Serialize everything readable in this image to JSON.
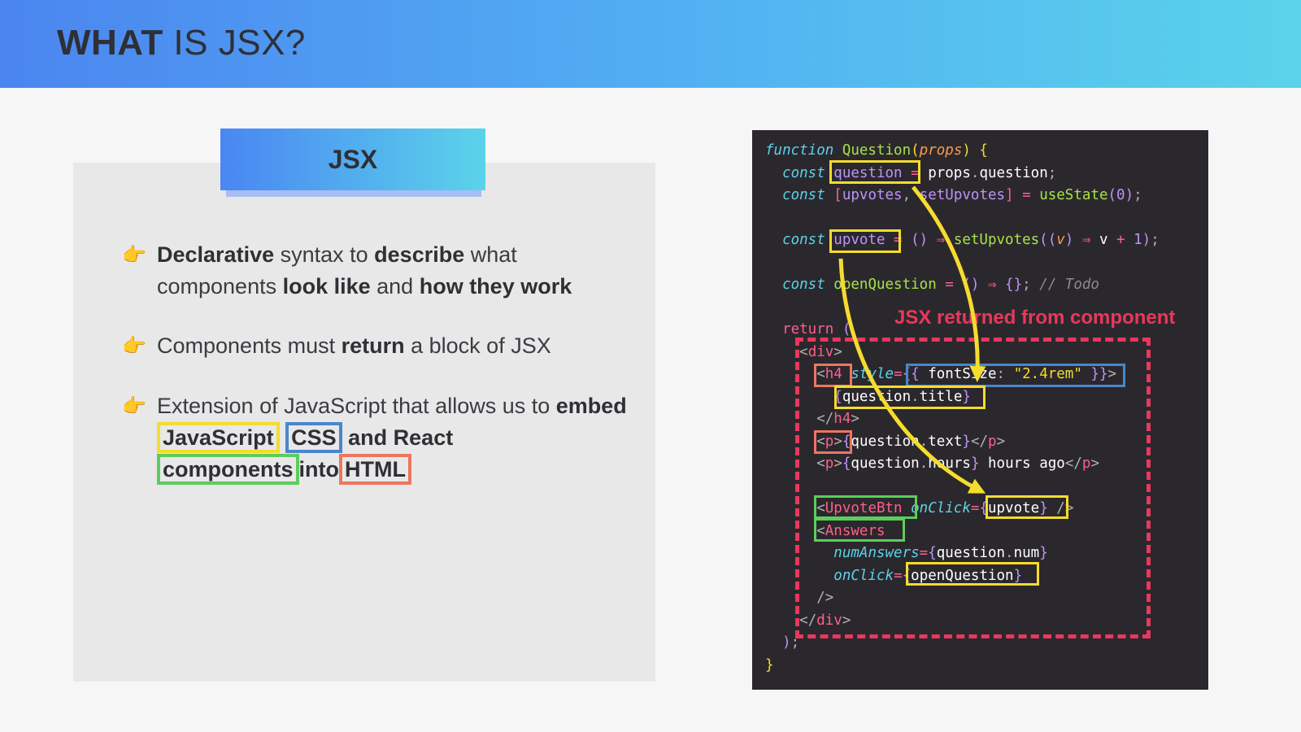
{
  "header": {
    "title_bold": "WHAT",
    "title_rest": " IS JSX?"
  },
  "jsx_tab": {
    "label": "JSX"
  },
  "bullets": {
    "b1": {
      "icon": "pointing-hand-icon",
      "p1": "Declarative",
      "p2": " syntax to ",
      "p3": "describe",
      "p4": " what components ",
      "p5": "look like",
      "p6": " and ",
      "p7": "how they work"
    },
    "b2": {
      "icon": "pointing-hand-icon",
      "p1": "Components must ",
      "p2": "return",
      "p3": " a block of JSX"
    },
    "b3": {
      "icon": "pointing-hand-icon",
      "p1": "Extension of JavaScript that allows us to ",
      "p2": "embed ",
      "p3": "JavaScript",
      "p4": "CSS",
      "p5": "and React",
      "p6": "components",
      "p7": "into",
      "p8": "HTML"
    }
  },
  "code": {
    "annotation": "JSX returned from component",
    "lines": [
      [
        [
          "kw",
          "function "
        ],
        [
          "fn",
          "Question"
        ],
        [
          "br",
          "("
        ],
        [
          "pa",
          "props"
        ],
        [
          "br",
          ") {"
        ]
      ],
      [
        [
          "ind",
          "  "
        ],
        [
          "kw",
          "const "
        ],
        [
          "pu",
          "question"
        ],
        [
          "pk",
          " = "
        ],
        [
          "va",
          "props"
        ],
        [
          "pl",
          "."
        ],
        [
          "va",
          "question"
        ],
        [
          "pl",
          ";"
        ]
      ],
      [
        [
          "ind",
          "  "
        ],
        [
          "kw",
          "const "
        ],
        [
          "pk",
          "["
        ],
        [
          "pu",
          "upvotes"
        ],
        [
          "pl",
          ", "
        ],
        [
          "pu",
          "setUpvotes"
        ],
        [
          "pk",
          "] = "
        ],
        [
          "fn",
          "useState"
        ],
        [
          "pu",
          "("
        ],
        [
          "pu",
          "0"
        ],
        [
          "pu",
          ")"
        ],
        [
          "pl",
          ";"
        ]
      ],
      [],
      [
        [
          "ind",
          "  "
        ],
        [
          "kw",
          "const "
        ],
        [
          "pu",
          "upvote"
        ],
        [
          "pk",
          " = "
        ],
        [
          "pu",
          "() "
        ],
        [
          "pk",
          "⇒ "
        ],
        [
          "fn",
          "setUpvotes"
        ],
        [
          "pu",
          "(("
        ],
        [
          "pa",
          "v"
        ],
        [
          "pu",
          ") "
        ],
        [
          "pk",
          "⇒ "
        ],
        [
          "va",
          "v "
        ],
        [
          "pk",
          "+ "
        ],
        [
          "pu",
          "1"
        ],
        [
          "pu",
          ")"
        ],
        [
          "pl",
          ";"
        ]
      ],
      [],
      [
        [
          "ind",
          "  "
        ],
        [
          "kw",
          "const "
        ],
        [
          "fn",
          "openQuestion"
        ],
        [
          "pk",
          " = "
        ],
        [
          "pu",
          "() "
        ],
        [
          "pk",
          "⇒ "
        ],
        [
          "pu",
          "{}"
        ],
        [
          "pl",
          "; "
        ],
        [
          "cm",
          "// Todo"
        ]
      ],
      [],
      [
        [
          "ind",
          "  "
        ],
        [
          "tg",
          "return "
        ],
        [
          "pu",
          "("
        ]
      ],
      [
        [
          "ind",
          "    "
        ],
        [
          "pl",
          "<"
        ],
        [
          "tg",
          "div"
        ],
        [
          "pl",
          ">"
        ]
      ],
      [
        [
          "ind",
          "      "
        ],
        [
          "pl",
          "<"
        ],
        [
          "tg",
          "h4 "
        ],
        [
          "at",
          "style"
        ],
        [
          "pk",
          "="
        ],
        [
          "pu",
          "{{ "
        ],
        [
          "va",
          "fontSize"
        ],
        [
          "pl",
          ": "
        ],
        [
          "st",
          "\"2.4rem\""
        ],
        [
          "pu",
          " }}"
        ],
        [
          "pl",
          ">"
        ]
      ],
      [
        [
          "ind",
          "        "
        ],
        [
          "pu",
          "{"
        ],
        [
          "va",
          "question"
        ],
        [
          "pl",
          "."
        ],
        [
          "va",
          "title"
        ],
        [
          "pu",
          "}"
        ]
      ],
      [
        [
          "ind",
          "      "
        ],
        [
          "pl",
          "</"
        ],
        [
          "tg",
          "h4"
        ],
        [
          "pl",
          ">"
        ]
      ],
      [
        [
          "ind",
          "      "
        ],
        [
          "pl",
          "<"
        ],
        [
          "tg",
          "p"
        ],
        [
          "pl",
          ">"
        ],
        [
          "pu",
          "{"
        ],
        [
          "va",
          "question"
        ],
        [
          "pl",
          "."
        ],
        [
          "va",
          "text"
        ],
        [
          "pu",
          "}"
        ],
        [
          "pl",
          "</"
        ],
        [
          "tg",
          "p"
        ],
        [
          "pl",
          ">"
        ]
      ],
      [
        [
          "ind",
          "      "
        ],
        [
          "pl",
          "<"
        ],
        [
          "tg",
          "p"
        ],
        [
          "pl",
          ">"
        ],
        [
          "pu",
          "{"
        ],
        [
          "va",
          "question"
        ],
        [
          "pl",
          "."
        ],
        [
          "va",
          "hours"
        ],
        [
          "pu",
          "}"
        ],
        [
          "va",
          " hours ago"
        ],
        [
          "pl",
          "</"
        ],
        [
          "tg",
          "p"
        ],
        [
          "pl",
          ">"
        ]
      ],
      [],
      [
        [
          "ind",
          "      "
        ],
        [
          "pl",
          "<"
        ],
        [
          "tg",
          "UpvoteBtn "
        ],
        [
          "at",
          "onClick"
        ],
        [
          "pk",
          "="
        ],
        [
          "pu",
          "{"
        ],
        [
          "va",
          "upvote"
        ],
        [
          "pu",
          "}"
        ],
        [
          "pl",
          " />"
        ]
      ],
      [
        [
          "ind",
          "      "
        ],
        [
          "pl",
          "<"
        ],
        [
          "tg",
          "Answers"
        ]
      ],
      [
        [
          "ind",
          "        "
        ],
        [
          "at",
          "numAnswers"
        ],
        [
          "pk",
          "="
        ],
        [
          "pu",
          "{"
        ],
        [
          "va",
          "question"
        ],
        [
          "pl",
          "."
        ],
        [
          "va",
          "num"
        ],
        [
          "pu",
          "}"
        ]
      ],
      [
        [
          "ind",
          "        "
        ],
        [
          "at",
          "onClick"
        ],
        [
          "pk",
          "="
        ],
        [
          "pu",
          "{"
        ],
        [
          "va",
          "openQuestion"
        ],
        [
          "pu",
          "}"
        ]
      ],
      [
        [
          "ind",
          "      "
        ],
        [
          "pl",
          "/>"
        ]
      ],
      [
        [
          "ind",
          "    "
        ],
        [
          "pl",
          "</"
        ],
        [
          "tg",
          "div"
        ],
        [
          "pl",
          ">"
        ]
      ],
      [
        [
          "ind",
          "  "
        ],
        [
          "pu",
          ")"
        ],
        [
          "pl",
          ";"
        ]
      ],
      [
        [
          "br",
          "}"
        ]
      ]
    ]
  },
  "colors": {
    "accent_yellow": "#f5dc2e",
    "accent_blue": "#4a86cd",
    "accent_green": "#5ccd5c",
    "accent_orange": "#ec7660",
    "annotation_red": "#e8385d"
  }
}
